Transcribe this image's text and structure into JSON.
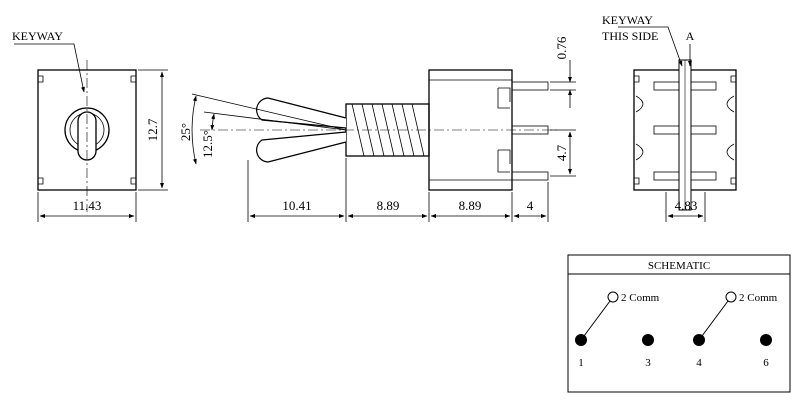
{
  "front_view": {
    "label": "KEYWAY",
    "width_dim": "11.43",
    "height_dim": "12.7"
  },
  "side_view": {
    "angle_outer": "25°",
    "angle_inner": "12.5°",
    "dims": {
      "lever": "10.41",
      "bushing": "8.89",
      "body": "8.89",
      "terminal": "4",
      "pitch": "4.7",
      "thickness": "0.76"
    }
  },
  "rear_view": {
    "label_line1": "KEYWAY",
    "label_line2": "THIS SIDE",
    "section_label": "A",
    "width_dim": "4.83"
  },
  "schematic": {
    "title": "SCHEMATIC",
    "common_labels": [
      "2 Comm",
      "2 Comm"
    ],
    "pin_labels": [
      "1",
      "3",
      "4",
      "6"
    ]
  }
}
